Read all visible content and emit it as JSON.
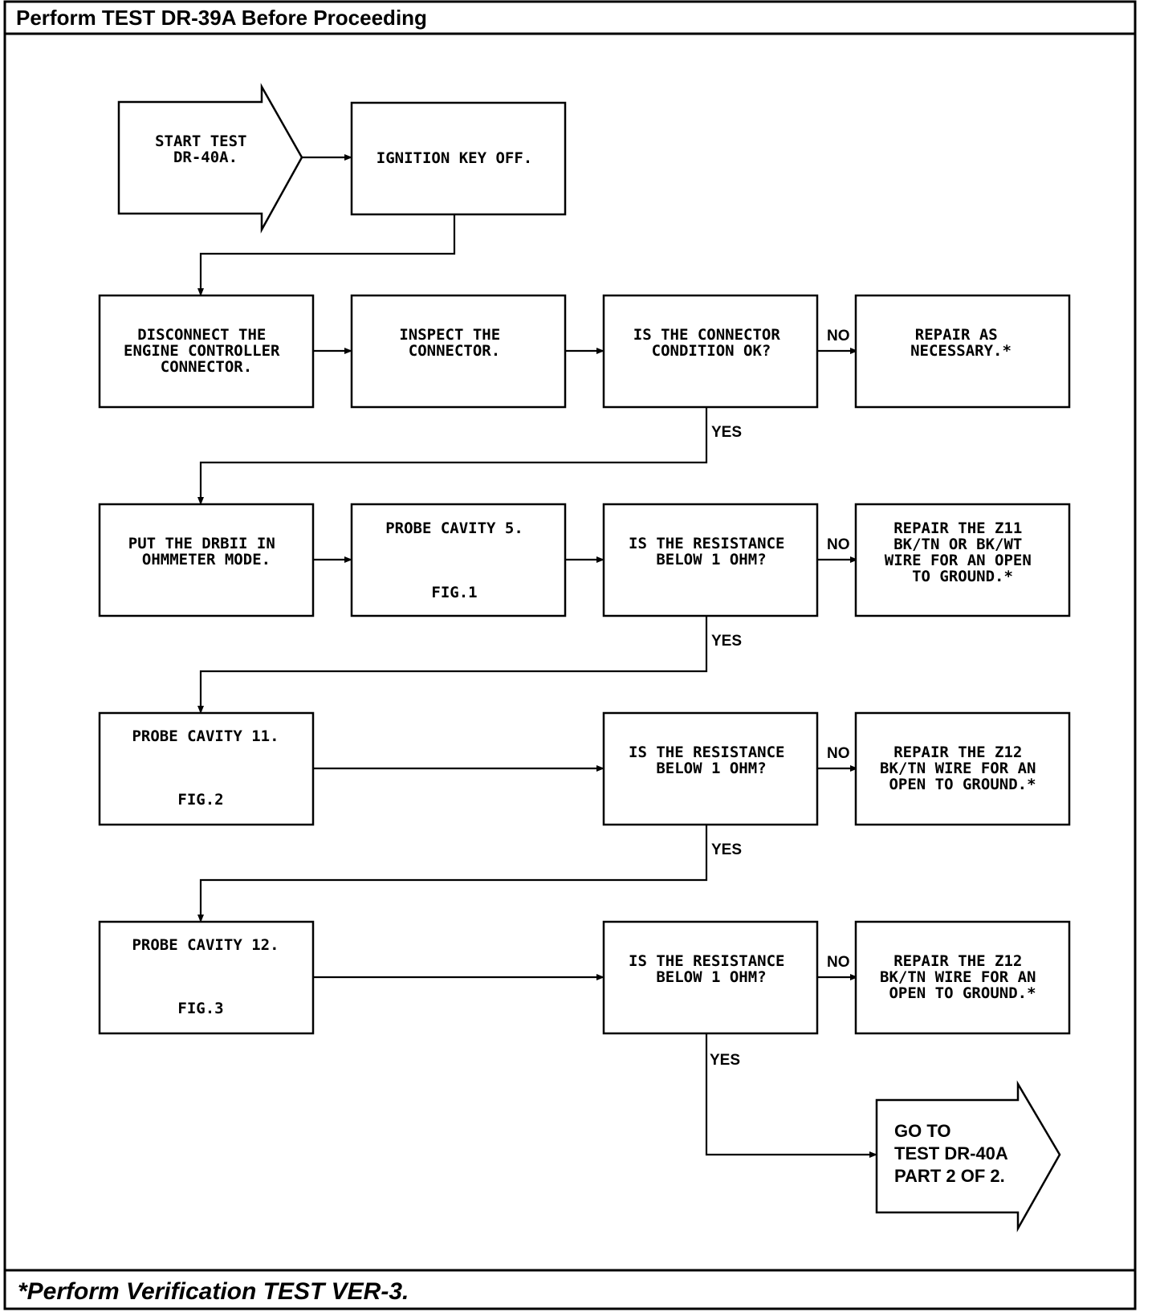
{
  "header": {
    "title": "Perform TEST DR-39A Before Proceeding"
  },
  "footer": {
    "note": "*Perform Verification TEST VER-3."
  },
  "steps": {
    "start": [
      "START TEST",
      "DR-40A."
    ],
    "ignition": [
      "IGNITION KEY OFF."
    ],
    "disconnect": [
      "DISCONNECT THE",
      "ENGINE CONTROLLER",
      "CONNECTOR."
    ],
    "inspect": [
      "INSPECT THE",
      "CONNECTOR."
    ],
    "q_connector": [
      "IS THE CONNECTOR",
      "CONDITION OK?"
    ],
    "repair_connector": [
      "REPAIR AS",
      "NECESSARY.*"
    ],
    "ohmmeter": [
      "PUT THE DRBII IN",
      "OHMMETER MODE."
    ],
    "probe5": {
      "text": [
        "PROBE CAVITY 5."
      ],
      "fig": "FIG.1"
    },
    "q_res1": [
      "IS THE RESISTANCE",
      "BELOW 1 OHM?"
    ],
    "repair_z11": [
      "REPAIR THE Z11",
      "BK/TN OR BK/WT",
      "WIRE FOR AN OPEN",
      "TO GROUND.*"
    ],
    "probe11": {
      "text": [
        "PROBE CAVITY 11."
      ],
      "fig": "FIG.2"
    },
    "q_res2": [
      "IS THE RESISTANCE",
      "BELOW 1 OHM?"
    ],
    "repair_z12a": [
      "REPAIR THE Z12",
      "BK/TN WIRE FOR AN",
      "OPEN TO GROUND.*"
    ],
    "probe12": {
      "text": [
        "PROBE CAVITY 12."
      ],
      "fig": "FIG.3"
    },
    "q_res3": [
      "IS THE RESISTANCE",
      "BELOW 1 OHM?"
    ],
    "repair_z12b": [
      "REPAIR THE Z12",
      "BK/TN WIRE FOR AN",
      "OPEN TO GROUND.*"
    ],
    "goto": [
      "GO TO",
      "TEST DR-40A",
      "PART 2 OF 2."
    ]
  },
  "labels": {
    "no": "NO",
    "yes": "YES"
  }
}
